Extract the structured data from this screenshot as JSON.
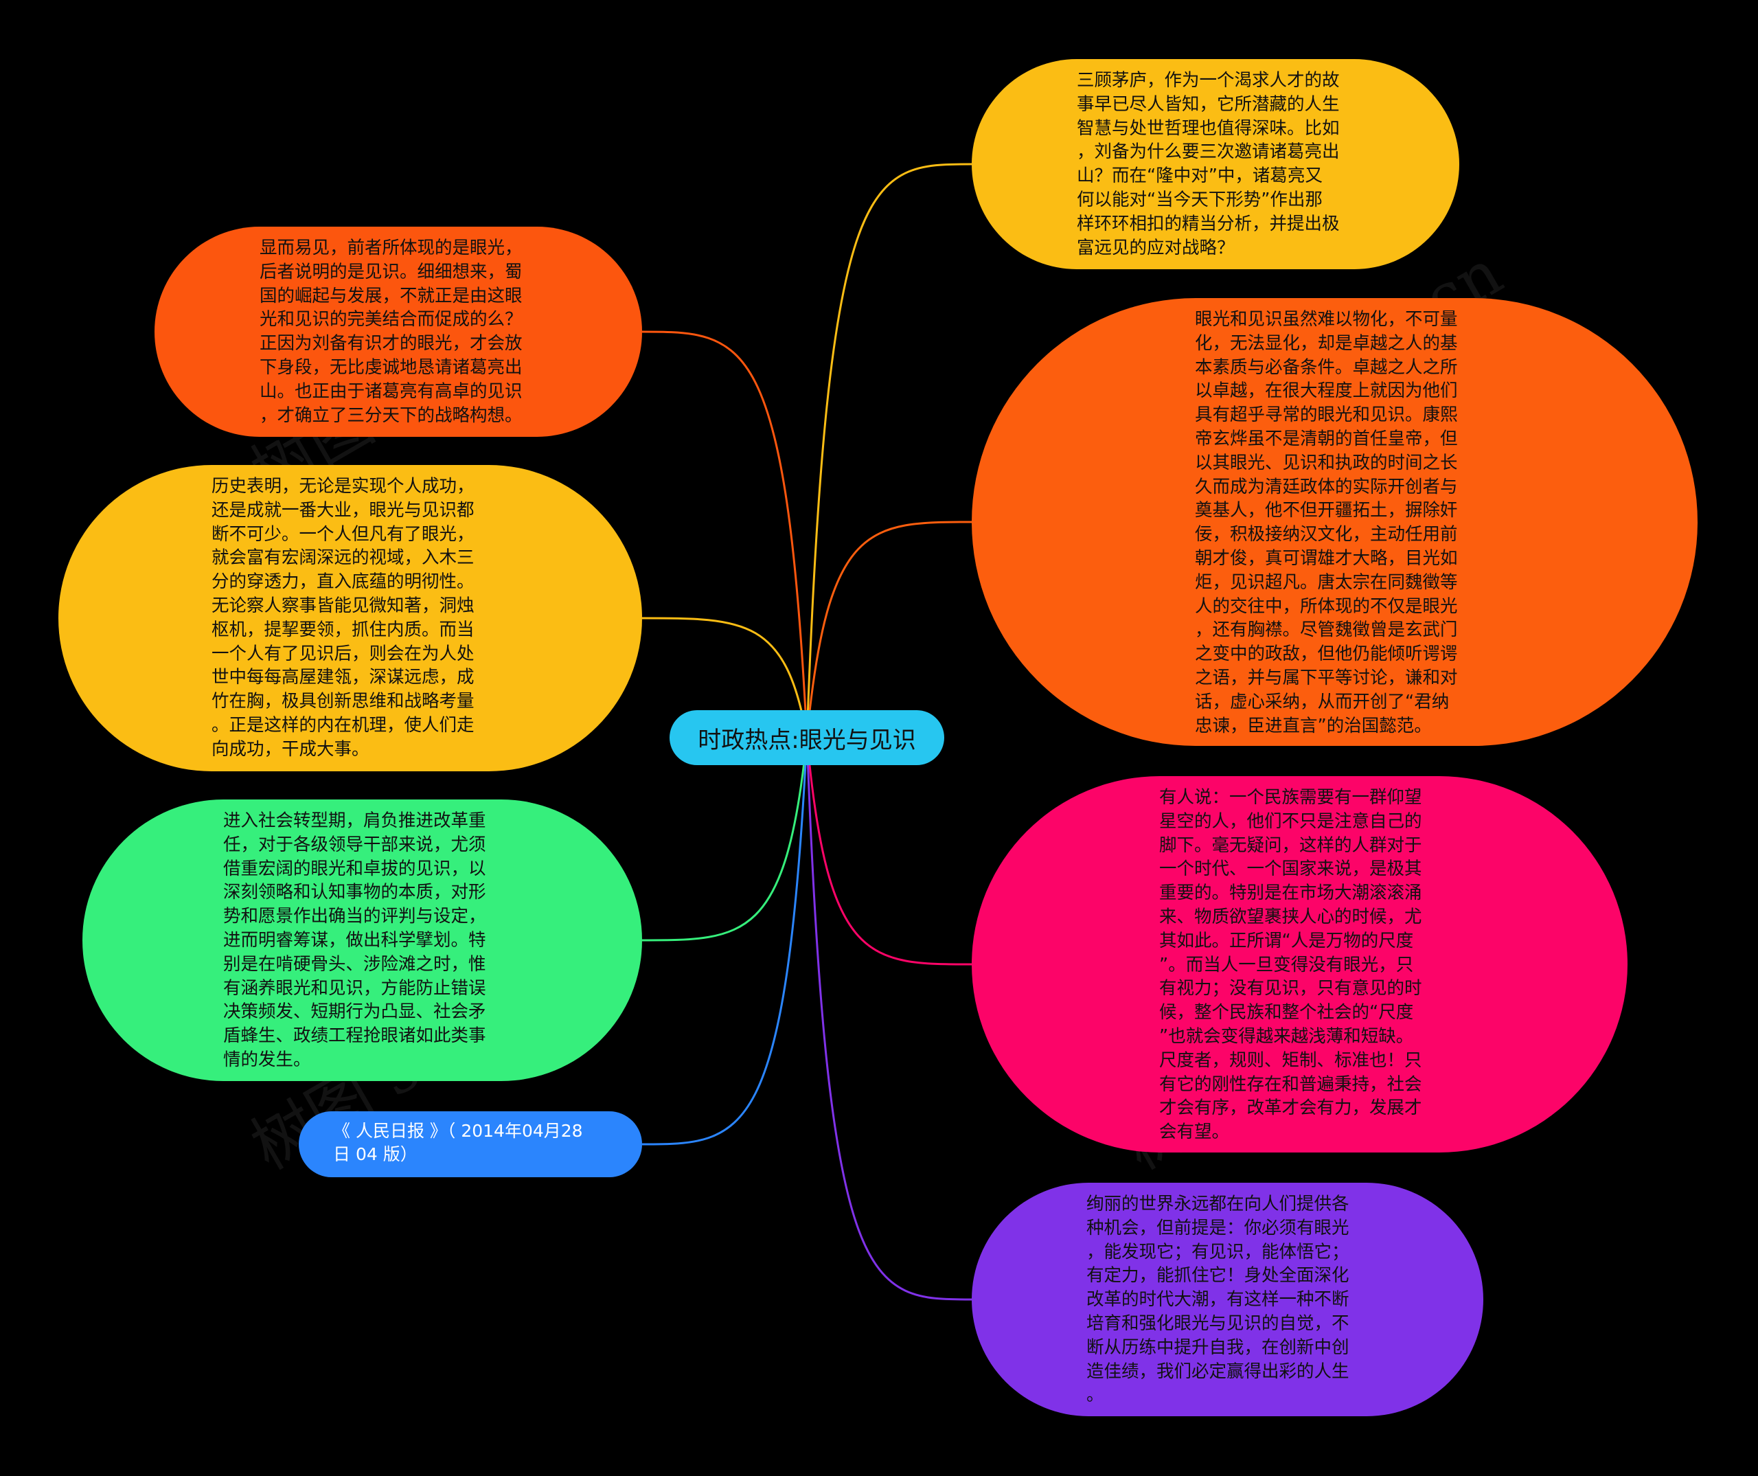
{
  "colors": {
    "background": "#000000",
    "center": "#27c6f0",
    "r1": "#fbbd14",
    "r2": "#fc5e0e",
    "r3": "#fc0468",
    "r4": "#8032e8",
    "l1": "#fc560e",
    "l2": "#fbbd14",
    "l3": "#36ef7c",
    "l4": "#2b85fd"
  },
  "watermark": "树图 shutu.cn",
  "center": {
    "title": "时政热点:眼光与见识"
  },
  "nodes": {
    "r1": "三顾茅庐，作为一个渴求人才的故\n事早已尽人皆知，它所潜藏的人生\n智慧与处世哲理也值得深味。比如\n，刘备为什么要三次邀请诸葛亮出\n山？而在“隆中对”中，诸葛亮又\n何以能对“当今天下形势”作出那\n样环环相扣的精当分析，并提出极\n富远见的应对战略？",
    "r2": "眼光和见识虽然难以物化，不可量\n化，无法显化，却是卓越之人的基\n本素质与必备条件。卓越之人之所\n以卓越，在很大程度上就因为他们\n具有超乎寻常的眼光和见识。康熙\n帝玄烨虽不是清朝的首任皇帝，但\n以其眼光、见识和执政的时间之长\n久而成为清廷政体的实际开创者与\n奠基人，他不但开疆拓土，摒除奸\n佞，积极接纳汉文化，主动任用前\n朝才俊，真可谓雄才大略，目光如\n炬，见识超凡。唐太宗在同魏徵等\n人的交往中，所体现的不仅是眼光\n，还有胸襟。尽管魏徵曾是玄武门\n之变中的政敌，但他仍能倾听谔谔\n之语，并与属下平等讨论，谦和对\n话，虚心采纳，从而开创了“君纳\n忠谏，臣进直言”的治国懿范。",
    "r3": "有人说：一个民族需要有一群仰望\n星空的人，他们不只是注意自己的\n脚下。毫无疑问，这样的人群对于\n一个时代、一个国家来说，是极其\n重要的。特别是在市场大潮滚滚涌\n来、物质欲望裹挟人心的时候，尤\n其如此。正所谓“人是万物的尺度\n”。而当人一旦变得没有眼光，只\n有视力；没有见识，只有意见的时\n候，整个民族和整个社会的“尺度\n”也就会变得越来越浅薄和短缺。\n尺度者，规则、矩制、标准也！只\n有它的刚性存在和普遍秉持，社会\n才会有序，改革才会有力，发展才\n会有望。",
    "r4": "绚丽的世界永远都在向人们提供各\n种机会，但前提是：你必须有眼光\n，能发现它；有见识，能体悟它；\n有定力，能抓住它！身处全面深化\n改革的时代大潮，有这样一种不断\n培育和强化眼光与见识的自觉，不\n断从历练中提升自我，在创新中创\n造佳绩，我们必定赢得出彩的人生\n。",
    "l1": "显而易见，前者所体现的是眼光，\n后者说明的是见识。细细想来，蜀\n国的崛起与发展，不就正是由这眼\n光和见识的完美结合而促成的么？\n正因为刘备有识才的眼光，才会放\n下身段，无比虔诚地恳请诸葛亮出\n山。也正由于诸葛亮有高卓的见识\n，才确立了三分天下的战略构想。",
    "l2": "历史表明，无论是实现个人成功，\n还是成就一番大业，眼光与见识都\n断不可少。一个人但凡有了眼光，\n就会富有宏阔深远的视域，入木三\n分的穿透力，直入底蕴的明彻性。\n无论察人察事皆能见微知著，洞烛\n枢机，提挈要领，抓住内质。而当\n一个人有了见识后，则会在为人处\n世中每每高屋建瓴，深谋远虑，成\n竹在胸，极具创新思维和战略考量\n。正是这样的内在机理，使人们走\n向成功，干成大事。",
    "l3": "进入社会转型期，肩负推进改革重\n任，对于各级领导干部来说，尤须\n借重宏阔的眼光和卓拔的见识，以\n深刻领略和认知事物的本质，对形\n势和愿景作出确当的评判与设定，\n进而明睿筹谋，做出科学擘划。特\n别是在啃硬骨头、涉险滩之时，惟\n有涵养眼光和见识，方能防止错误\n决策频发、短期行为凸显、社会矛\n盾蜂生、政绩工程抢眼诸如此类事\n情的发生。",
    "l4": "《 人民日报 》（ 2014年04月28\n日 04 版）"
  }
}
